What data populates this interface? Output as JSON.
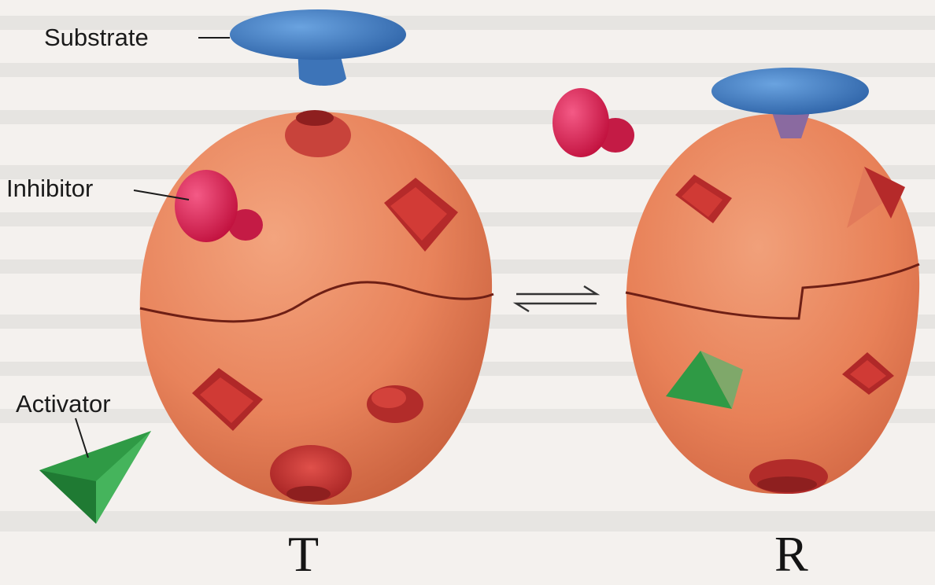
{
  "labels": {
    "substrate": "Substrate",
    "inhibitor": "Inhibitor",
    "activator": "Activator"
  },
  "states": {
    "t": "T",
    "r": "R"
  },
  "equilibrium_symbol": "⇌",
  "colors": {
    "substrate": "#3f7fc8",
    "inhibitor": "#e0245a",
    "activator": "#2f9a45",
    "subunit": "#e98a63",
    "site": "#c93a35",
    "background": "#f4f1ee"
  }
}
